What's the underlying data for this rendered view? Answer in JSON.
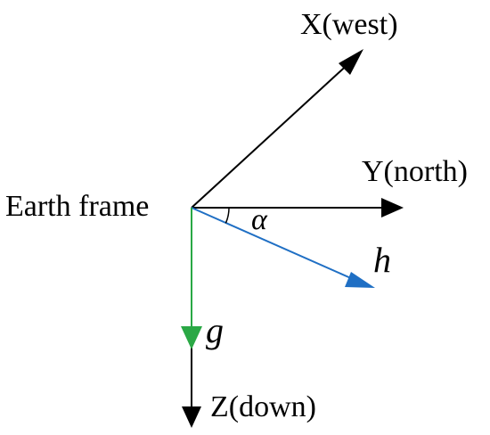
{
  "diagram": {
    "origin_label": "Earth frame",
    "axes": {
      "x": {
        "label": "X(west)",
        "color": "#000000"
      },
      "y": {
        "label": "Y(north)",
        "color": "#000000"
      },
      "z": {
        "label": "Z(down)",
        "color": "#000000"
      }
    },
    "vectors": {
      "h": {
        "label": "h",
        "color": "#1f6fc4"
      },
      "g": {
        "label": "g",
        "color": "#2aa845"
      }
    },
    "angle": {
      "label": "α"
    }
  }
}
